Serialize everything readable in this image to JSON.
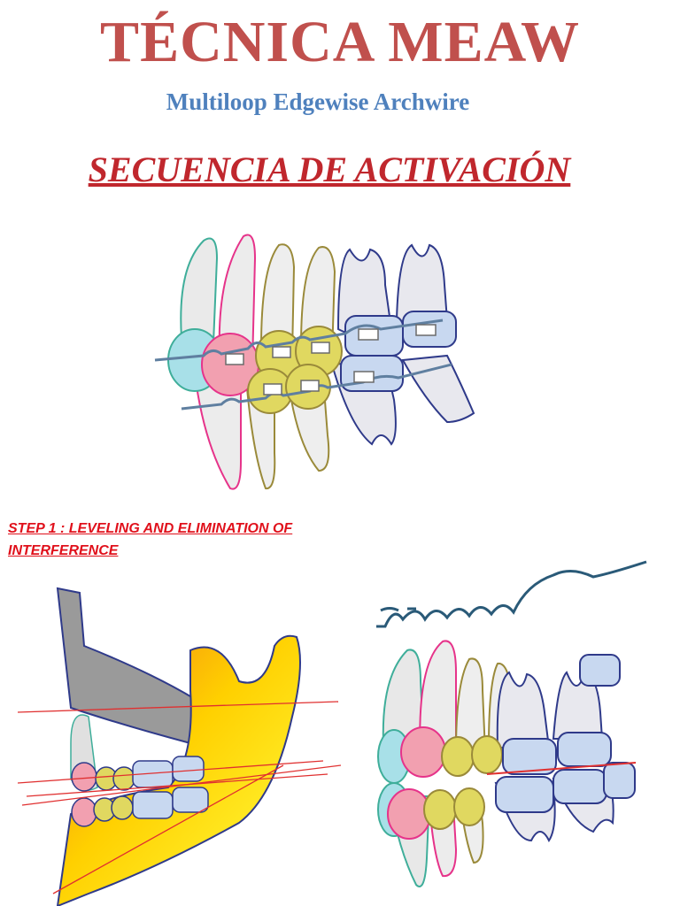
{
  "document": {
    "title": "TÉCNICA MEAW",
    "subtitle": "Multiloop Edgewise Archwire",
    "section_heading": "SECUENCIA DE ACTIVACIÓN",
    "step_heading": "STEP 1 : LEVELING AND ELIMINATION OF INTERFERENCE"
  },
  "colors": {
    "title": "#c0504d",
    "subtitle": "#4f81bd",
    "heading": "#c0272d",
    "step": "#e0101b"
  },
  "figures": [
    {
      "name": "teeth-archwire-illustration"
    },
    {
      "name": "skull-cephalometric-illustration"
    },
    {
      "name": "archwire-occlusion-illustration"
    }
  ]
}
